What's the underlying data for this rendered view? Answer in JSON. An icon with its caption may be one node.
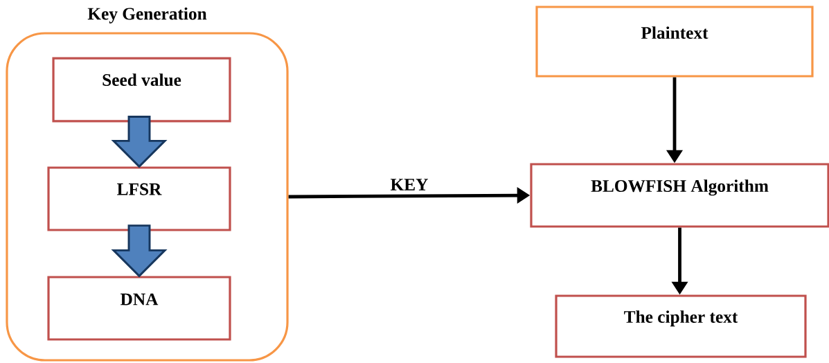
{
  "diagram": {
    "nodes": [
      {
        "text": [
          "Key Generation"
        ]
      },
      {
        "text": [
          "Seed value"
        ],
        "in": 0
      },
      {
        "text": [
          "LFSR"
        ],
        "in": 0
      },
      {
        "text": [
          "DNA"
        ],
        "in": 0
      },
      {
        "text": [
          "Plaintext"
        ]
      },
      {
        "text": [
          "BLOWFISH Algorithm"
        ]
      },
      {
        "text": [
          "The cipher text"
        ]
      }
    ],
    "edges": [
      {
        "from": 1,
        "to": 2,
        "arrow": "to",
        "style": "thick",
        "color": "#4f81bd"
      },
      {
        "from": 2,
        "to": 3,
        "arrow": "to",
        "style": "thick",
        "color": "#4f81bd"
      },
      {
        "from": 0,
        "to": 5,
        "arrow": "to",
        "label": "KEY"
      },
      {
        "from": 4,
        "to": 5,
        "arrow": "to"
      },
      {
        "from": 5,
        "to": 6,
        "arrow": "to"
      }
    ]
  }
}
